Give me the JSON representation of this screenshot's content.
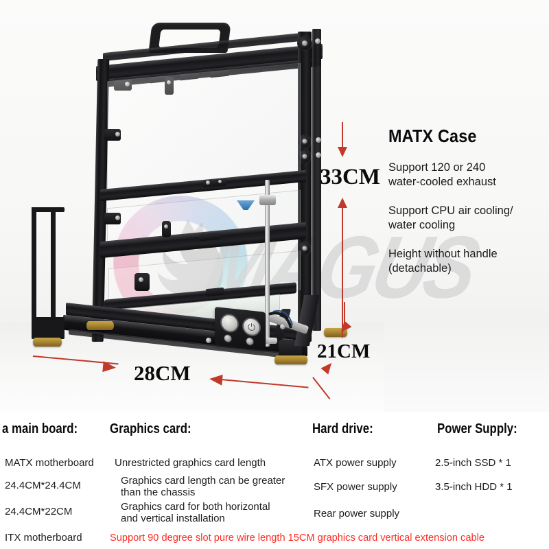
{
  "product": {
    "watermark_text": "MAGUS",
    "logo_icon": "horse-head-logo"
  },
  "dimensions": {
    "height_label": "33CM",
    "width_label": "28CM",
    "depth_label": "21CM"
  },
  "right_panel": {
    "title": "MATX Case",
    "features": [
      "Support 120 or 240\nwater-cooled exhaust",
      "Support CPU air cooling/\nwater cooling",
      "Height without handle\n(detachable)"
    ],
    "feature_1": "Support 120 or 240 water-cooled exhaust",
    "feature_2": "Support CPU air cooling/ water cooling",
    "feature_3": "Height without handle (detachable)"
  },
  "spec_table": {
    "headers": {
      "motherboard": "a main board:",
      "graphics": "Graphics card:",
      "harddrive": "Hard drive:",
      "power": "Power Supply:"
    },
    "motherboard_rows": [
      "MATX motherboard",
      "24.4CM*24.4CM",
      "24.4CM*22CM",
      "ITX motherboard"
    ],
    "graphics_rows": [
      "Unrestricted graphics card length",
      "Graphics card length can be greater than the chassis",
      "Graphics card for both horizontal and vertical installation"
    ],
    "harddrive_rows": [
      "ATX power supply",
      "SFX power supply",
      "Rear power supply"
    ],
    "power_rows": [
      "2.5-inch SSD * 1",
      "3.5-inch HDD * 1"
    ],
    "highlight_note": "Support 90 degree slot pure wire length 15CM graphics card vertical extension cable"
  },
  "colors": {
    "accent_red": "#ff2a20",
    "arrow_red": "#c0392b",
    "text_dark": "#0a0a0a",
    "frame_black": "#1c1c1e",
    "foot_gold": "#b8912f"
  }
}
